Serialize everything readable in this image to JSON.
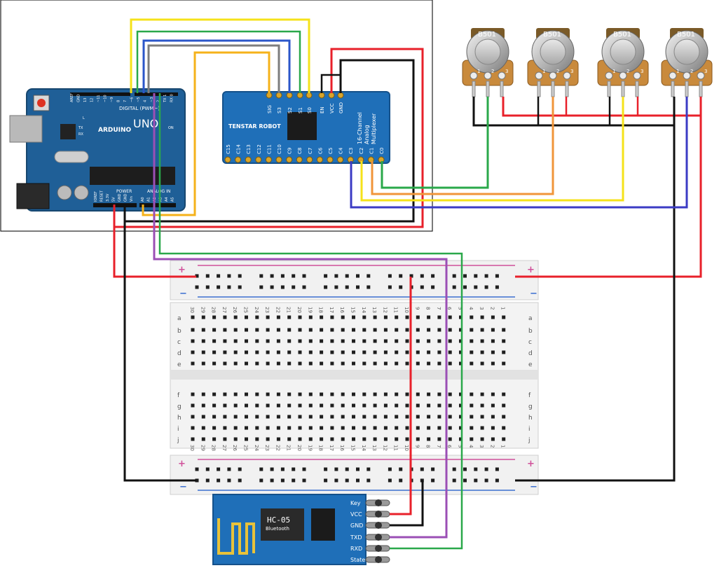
{
  "arduino": {
    "logo": "ARDUINO",
    "model": "UNO",
    "digital_header": "DIGITAL (PWM~)",
    "power_header": "POWER",
    "analog_header": "ANALOG IN",
    "digital_pins": [
      "AREF",
      "GND",
      "13",
      "12",
      "~11",
      "~10",
      "~9",
      "8",
      "7",
      "~6",
      "~5",
      "4",
      "~3",
      "2",
      "TX 1",
      "RX 0"
    ],
    "power_pins": [
      "IOREF",
      "RESET",
      "3.3V",
      "5V",
      "GND",
      "GND",
      "Vin"
    ],
    "analog_pins": [
      "A0",
      "A1",
      "A2",
      "A3",
      "A4",
      "A5"
    ],
    "leds": [
      "L",
      "TX",
      "RX",
      "ON"
    ]
  },
  "mux": {
    "brand": "TENSTAR ROBOT",
    "title_lines": [
      "16-Channel",
      "Analog",
      "Multiplexer"
    ],
    "top_pins": [
      "SIG",
      "S3",
      "S2",
      "S1",
      "S0",
      "EN",
      "VCC",
      "GND"
    ],
    "bottom_pins": [
      "C15",
      "C14",
      "C13",
      "C12",
      "C11",
      "C10",
      "C9",
      "C8",
      "C7",
      "C6",
      "C5",
      "C4",
      "C3",
      "C2",
      "C1",
      "C0"
    ]
  },
  "potentiometer": {
    "label": "B501",
    "pin_numbers": [
      "1",
      "2",
      "3"
    ],
    "count": 4
  },
  "breadboard": {
    "rail_plus": "+",
    "rail_minus": "−",
    "upper_rows": [
      "a",
      "b",
      "c",
      "d",
      "e"
    ],
    "lower_rows": [
      "f",
      "g",
      "h",
      "i",
      "j"
    ],
    "column_count": 30
  },
  "hc05": {
    "title": "HC-05",
    "subtitle": "Bluetooth",
    "pins": [
      "Key",
      "VCC",
      "GND",
      "TXD",
      "RXD",
      "State"
    ]
  },
  "wire_colors": {
    "red": "#e8202a",
    "black": "#111111",
    "yellow": "#f5e21a",
    "green": "#2aa84a",
    "blue": "#2b56c9",
    "gray": "#7d7d7d",
    "orange": "#f5b21a",
    "purple": "#9b4fb5",
    "pot_orange": "#f0953a",
    "pot_blue": "#3b3bc4"
  }
}
